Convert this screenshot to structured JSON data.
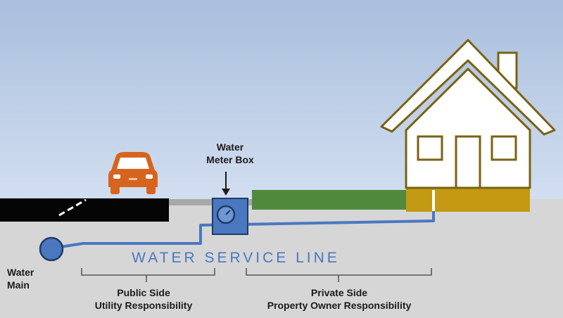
{
  "labels": {
    "meter_box": [
      "Water",
      "Meter Box"
    ],
    "water_main": [
      "Water",
      "Main"
    ],
    "service_line": "WATER SERVICE LINE",
    "public_side": [
      "Public Side",
      "Utility Responsibility"
    ],
    "private_side": [
      "Private Side",
      "Property Owner Responsibility"
    ]
  },
  "colors": {
    "sky_top": "#a9bfdd",
    "sky_bottom": "#d2def0",
    "ground": "#d6d6d6",
    "road": "#050505",
    "sidewalk": "#a8a8a8",
    "grass": "#4f8a3c",
    "foundation": "#c39a12",
    "house_outline": "#7a6212",
    "house_fill": "#ffffff",
    "car": "#d7641e",
    "pipe": "#4a78c0",
    "meter_box": "#4a78c0",
    "bracket": "#5a5a5a",
    "label_text": "#1b1b1b",
    "title_text": "#4a78c0"
  }
}
